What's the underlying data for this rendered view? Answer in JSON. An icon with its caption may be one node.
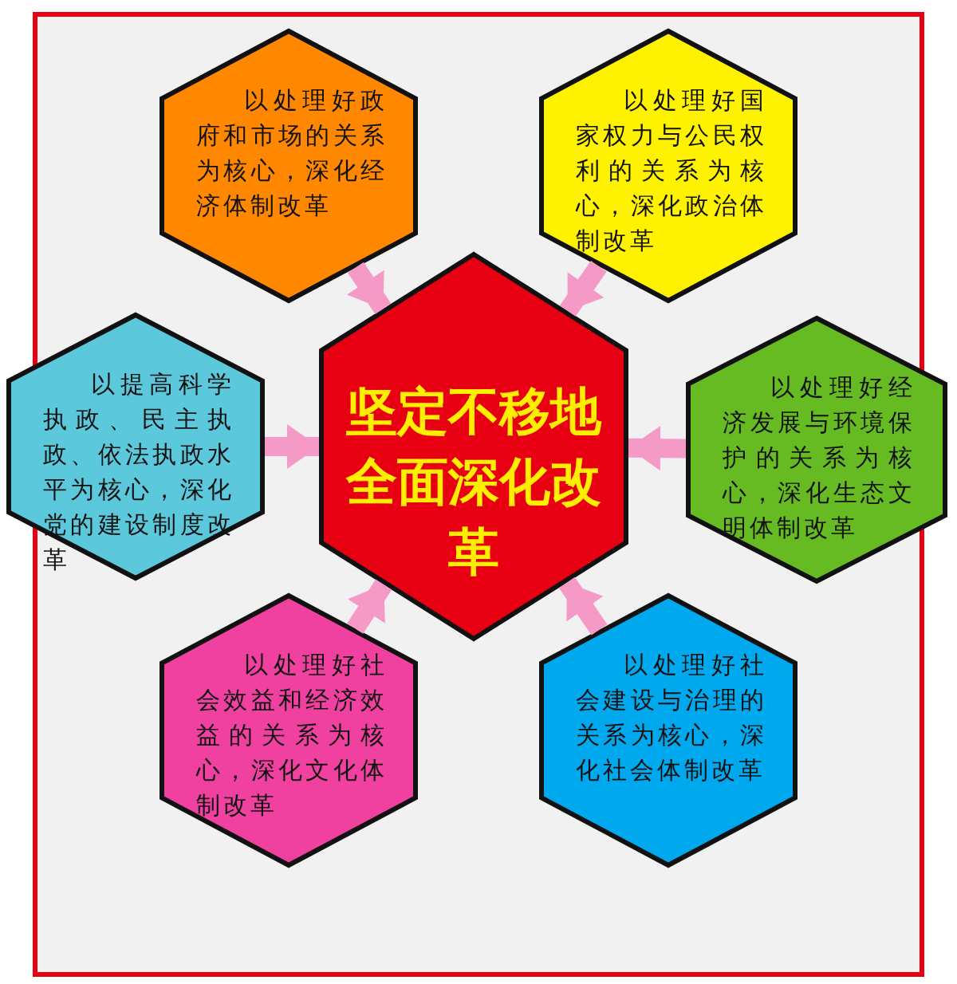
{
  "diagram": {
    "nodes": [
      {
        "text": [
          "坚定不移地全面深化改革"
        ]
      },
      {
        "text": [
          "以处理好政府和市场的关系为核心，深化经济体制改革"
        ]
      },
      {
        "text": [
          "以处理好国家权力与公民权利的关系为核心，深化政治体制改革"
        ]
      },
      {
        "text": [
          "以提高科学执政、民主执政、依法执政水平为核心，深化党的建设制度改革"
        ]
      },
      {
        "text": [
          "以处理好经济发展与环境保护的关系为核心，深化生态文明体制改革"
        ]
      },
      {
        "text": [
          "以处理好社会效益和经济效益的关系为核心，深化文化体制改革"
        ]
      },
      {
        "text": [
          "以处理好社会建设与治理的关系为核心，深化社会体制改革"
        ]
      }
    ],
    "edges": [
      {
        "from": 1,
        "to": 0,
        "arrow": "to"
      },
      {
        "from": 2,
        "to": 0,
        "arrow": "to"
      },
      {
        "from": 3,
        "to": 0,
        "arrow": "to"
      },
      {
        "from": 4,
        "to": 0,
        "arrow": "to"
      },
      {
        "from": 5,
        "to": 0,
        "arrow": "to"
      },
      {
        "from": 6,
        "to": 0,
        "arrow": "to"
      }
    ]
  }
}
